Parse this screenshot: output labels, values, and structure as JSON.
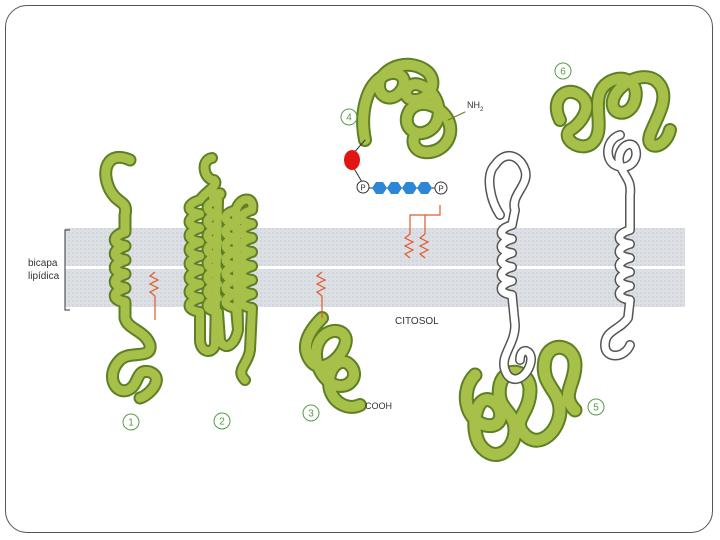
{
  "diagram": {
    "membrane_label_line1": "bicapa",
    "membrane_label_line2": "lipídica",
    "cytosol_label": "CITOSOL",
    "nh2_base": "NH",
    "nh2_sub": "2",
    "cooh_label": "COOH",
    "phosphate_label": "P",
    "protein_numbers": [
      "1",
      "2",
      "3",
      "4",
      "5",
      "6"
    ]
  },
  "colors": {
    "protein_fill": "#a6c04a",
    "protein_outline": "#5f7f24",
    "membrane": "#d9dde2",
    "lipid_anchor": "#e05a2a",
    "glycan_blue": "#2e86d6",
    "red_marker": "#e31414",
    "number_circle": "#5a9a4a"
  }
}
